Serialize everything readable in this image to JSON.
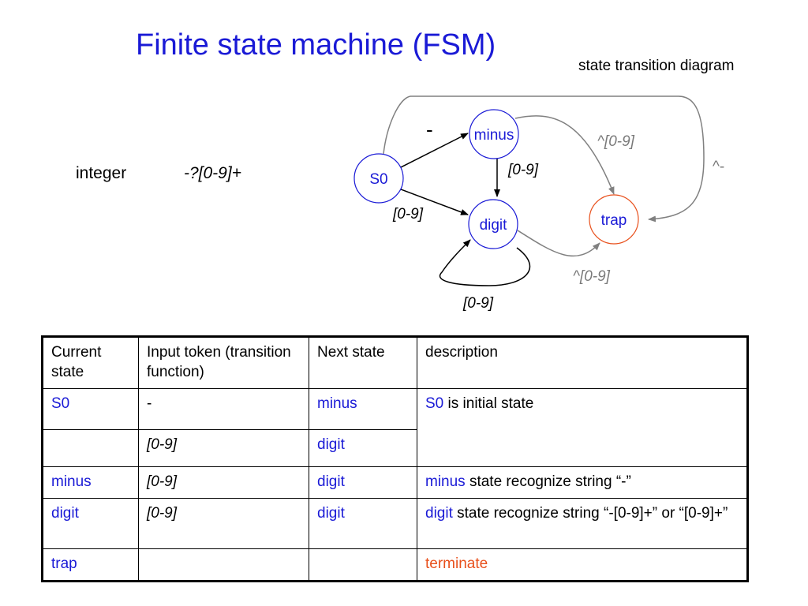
{
  "title": "Finite state machine (FSM)",
  "subtitle": "state transition diagram",
  "regex": {
    "name": "integer",
    "expression": "-?[0-9]+"
  },
  "diagram": {
    "states": {
      "s0": "S0",
      "minus": "minus",
      "digit": "digit",
      "trap": "trap"
    },
    "edges": {
      "s0_minus": "-",
      "s0_digit": "[0-9]",
      "minus_digit": "[0-9]",
      "digit_loop": "[0-9]",
      "minus_trap": "^[0-9]",
      "digit_trap": "^[0-9]",
      "s0_trap": "^-"
    },
    "colors": {
      "state": "#1a1ad6",
      "trap_border": "#e8501c",
      "gray_edge": "#808080"
    }
  },
  "table": {
    "headers": [
      "Current state",
      "Input token (transition function)",
      "Next state",
      "description"
    ],
    "rows": [
      {
        "current": "S0",
        "input": "-",
        "next": "minus",
        "desc_state": "S0",
        "desc_text": " is initial state"
      },
      {
        "current": "",
        "input": "[0-9]",
        "next": "digit"
      },
      {
        "current": "minus",
        "input": "[0-9]",
        "next": "digit",
        "desc_state": "minus",
        "desc_text": " state recognize string “-”"
      },
      {
        "current": "digit",
        "input": "[0-9]",
        "next": "digit",
        "desc_state": "digit",
        "desc_text": " state recognize string “-[0-9]+” or “[0-9]+”"
      },
      {
        "current": "trap",
        "input": "",
        "next": "",
        "desc_text": "terminate"
      }
    ]
  }
}
